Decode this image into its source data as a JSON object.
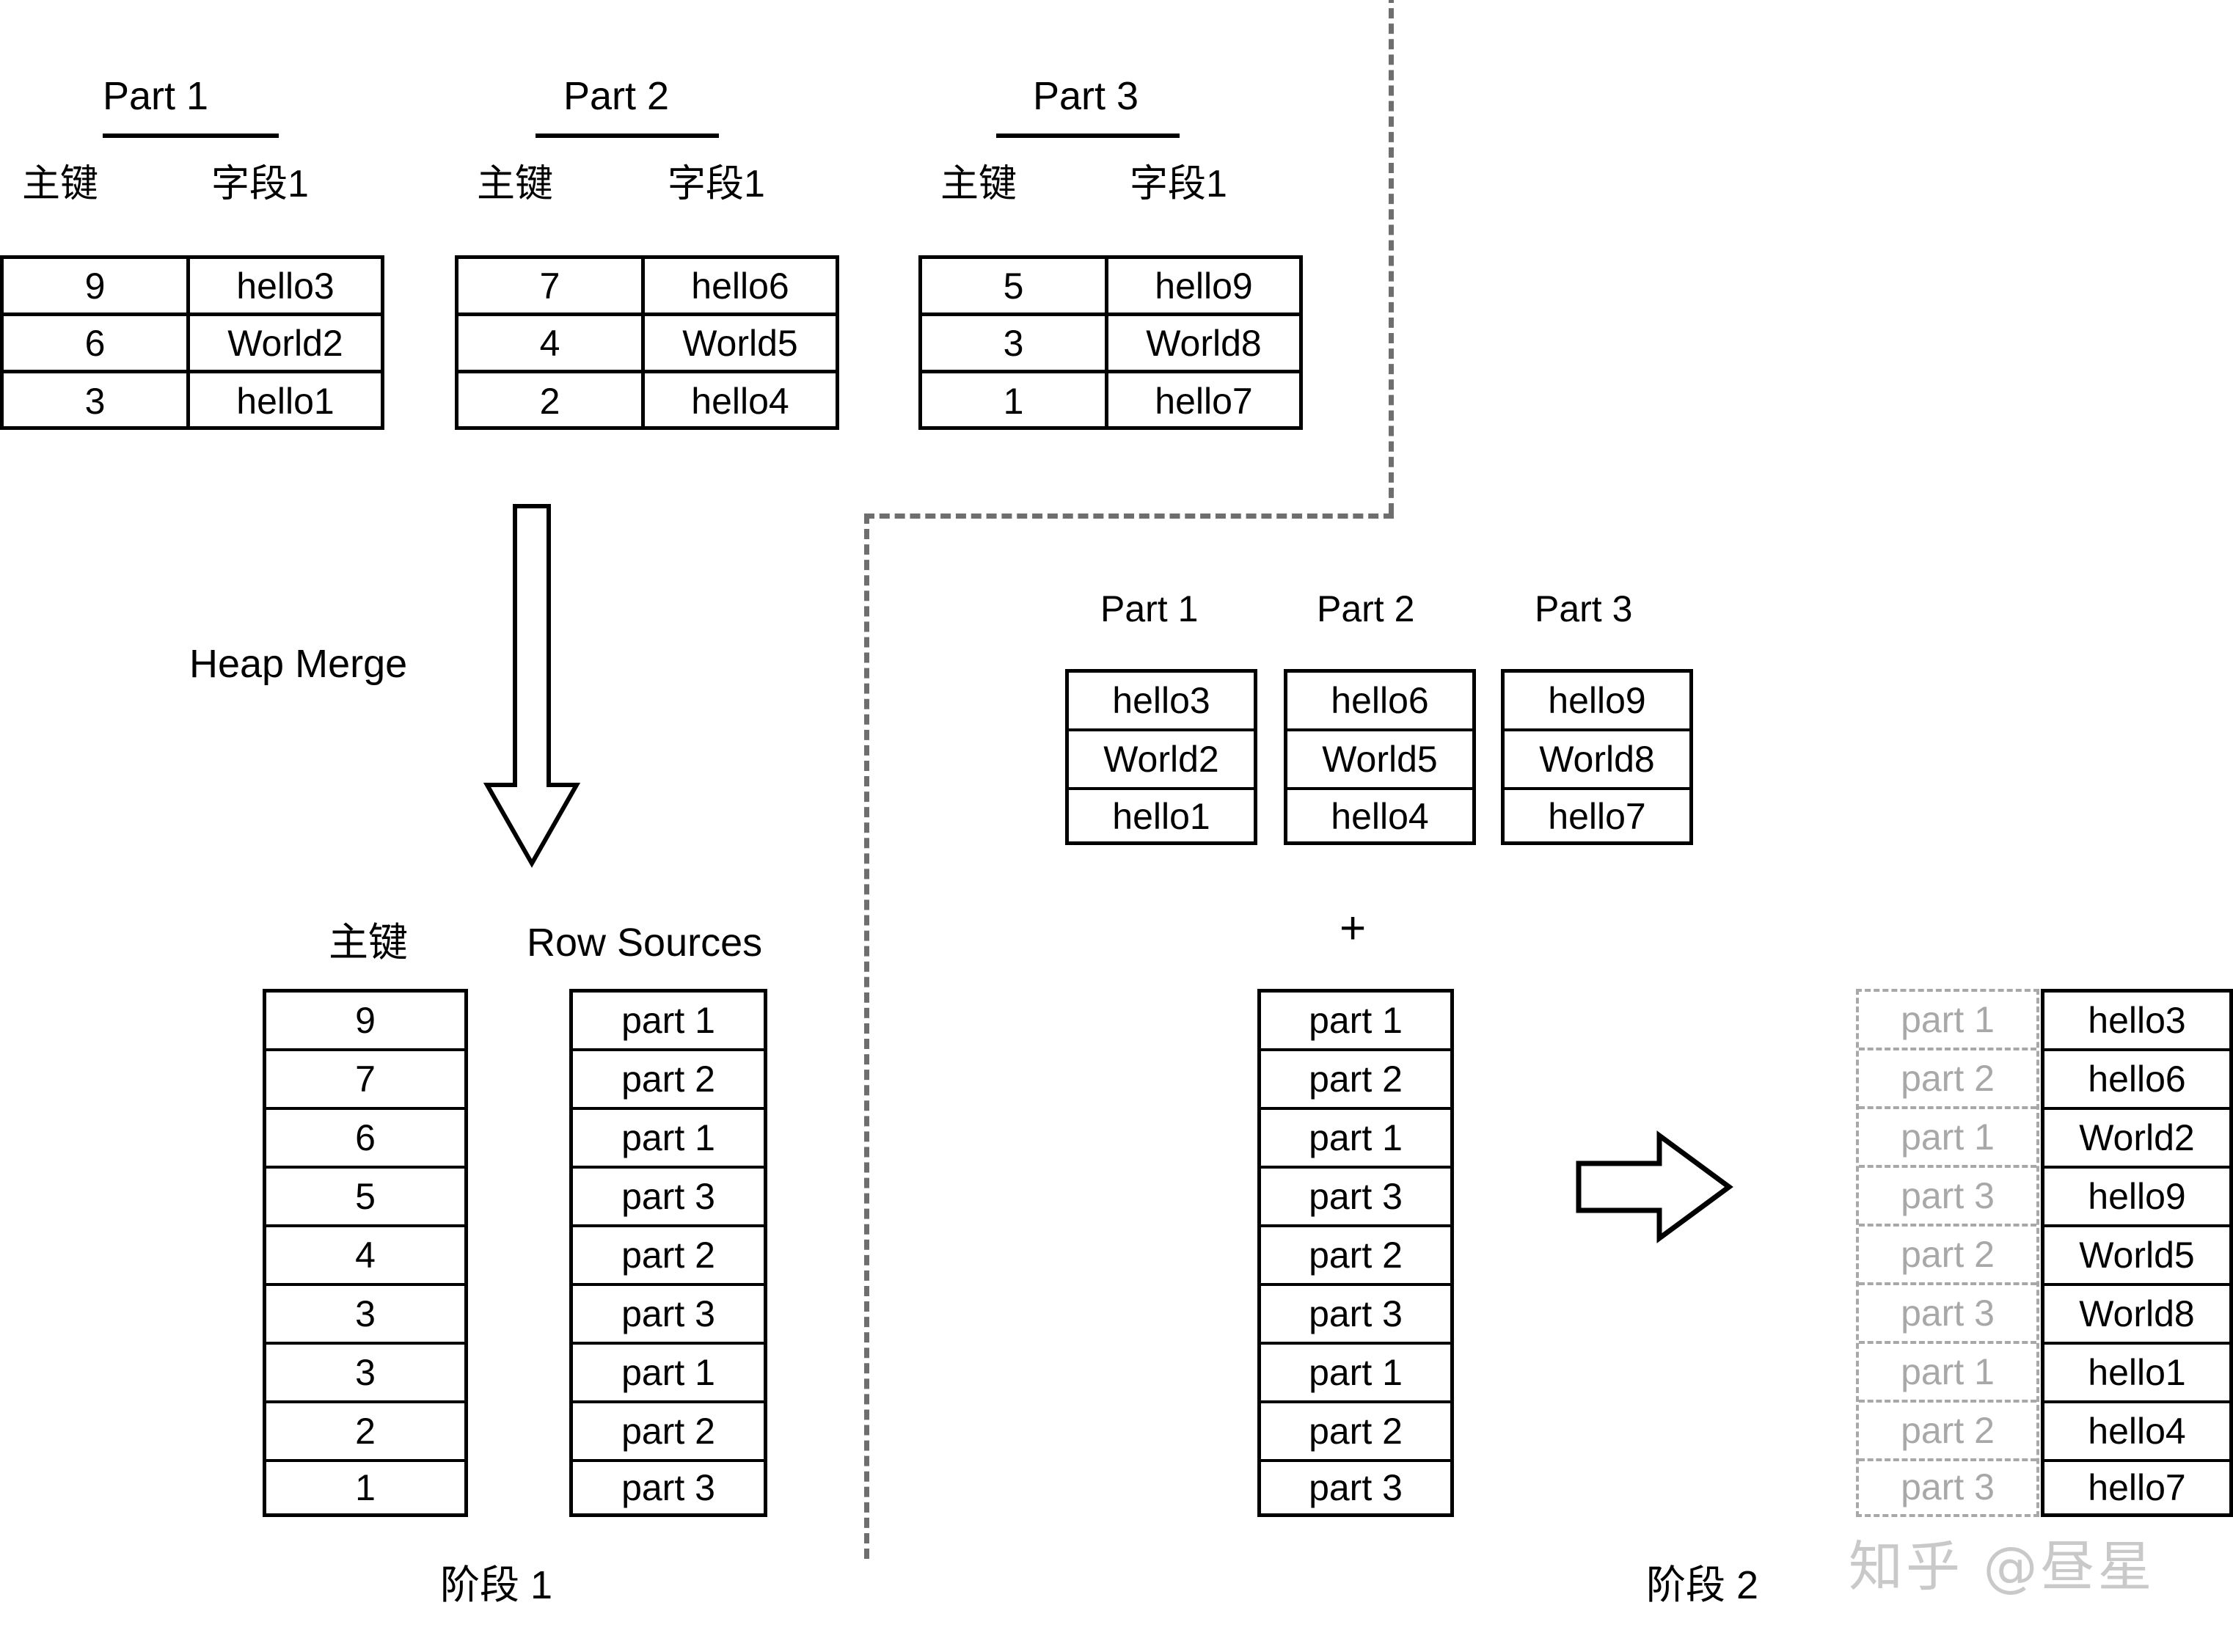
{
  "stage1": {
    "label": "阶段 1",
    "heap_merge_label": "Heap Merge",
    "source_tables": [
      {
        "title": "Part 1",
        "columns": [
          "主键",
          "字段1"
        ],
        "rows": [
          {
            "key": "9",
            "value": "hello3"
          },
          {
            "key": "6",
            "value": "World2"
          },
          {
            "key": "3",
            "value": "hello1"
          }
        ]
      },
      {
        "title": "Part 2",
        "columns": [
          "主键",
          "字段1"
        ],
        "rows": [
          {
            "key": "7",
            "value": "hello6"
          },
          {
            "key": "4",
            "value": "World5"
          },
          {
            "key": "2",
            "value": "hello4"
          }
        ]
      },
      {
        "title": "Part 3",
        "columns": [
          "主键",
          "字段1"
        ],
        "rows": [
          {
            "key": "5",
            "value": "hello9"
          },
          {
            "key": "3",
            "value": "World8"
          },
          {
            "key": "1",
            "value": "hello7"
          }
        ]
      }
    ],
    "merged": {
      "key_header": "主键",
      "source_header": "Row Sources",
      "keys": [
        "9",
        "7",
        "6",
        "5",
        "4",
        "3",
        "3",
        "2",
        "1"
      ],
      "row_sources": [
        "part 1",
        "part 2",
        "part 1",
        "part 3",
        "part 2",
        "part 3",
        "part 1",
        "part 2",
        "part 3"
      ]
    }
  },
  "stage2": {
    "label": "阶段 2",
    "plus_symbol": "+",
    "part_columns": [
      {
        "title": "Part 1",
        "values": [
          "hello3",
          "World2",
          "hello1"
        ]
      },
      {
        "title": "Part 2",
        "values": [
          "hello6",
          "World5",
          "hello4"
        ]
      },
      {
        "title": "Part 3",
        "values": [
          "hello9",
          "World8",
          "hello7"
        ]
      }
    ],
    "row_sources": [
      "part 1",
      "part 2",
      "part 1",
      "part 3",
      "part 2",
      "part 3",
      "part 1",
      "part 2",
      "part 3"
    ],
    "result": {
      "sources": [
        "part 1",
        "part 2",
        "part 1",
        "part 3",
        "part 2",
        "part 3",
        "part 1",
        "part 2",
        "part 3"
      ],
      "values": [
        "hello3",
        "hello6",
        "World2",
        "hello9",
        "World5",
        "World8",
        "hello1",
        "hello4",
        "hello7"
      ]
    }
  },
  "watermark": "知乎 @昼星",
  "colors": {
    "stroke": "#000000",
    "ghost": "#a8a8a8",
    "divider": "#6e6e6e",
    "watermark": "#c9c9c9"
  }
}
